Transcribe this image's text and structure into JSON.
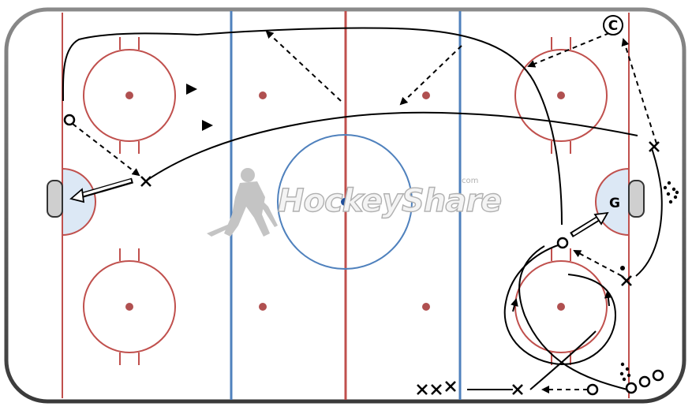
{
  "diagram": {
    "watermark": "HockeyShare",
    "watermark_mark": "com",
    "goalie_label": "G",
    "coach_label": "C",
    "colors": {
      "board": "#555555",
      "red_line": "#c0504d",
      "blue_line": "#4f81bd",
      "center_dot": "#1f4e9a",
      "faceoff_dot": "#b05050",
      "crease": "#dce8f5",
      "ink": "#000000"
    },
    "icons": [
      "player-silhouette-icon",
      "coach-icon",
      "goalie-icon",
      "puck-icon"
    ]
  }
}
